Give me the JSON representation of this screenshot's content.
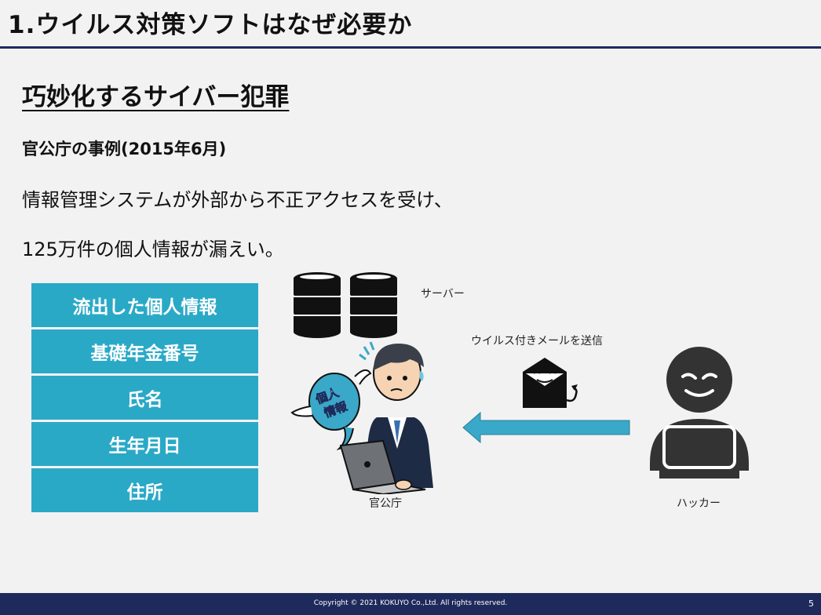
{
  "header": {
    "title": "1.ウイルス対策ソフトはなぜ必要か"
  },
  "subtitle": "巧妙化するサイバー犯罪",
  "case": {
    "heading": "官公庁の事例(2015年6月)",
    "lines": [
      "情報管理システムが外部から不正アクセスを受け、",
      "125万件の個人情報が漏えい。"
    ]
  },
  "info_table": {
    "header": "流出した個人情報",
    "rows": [
      "基礎年金番号",
      "氏名",
      "生年月日",
      "住所"
    ]
  },
  "diagram": {
    "server_label": "サーバー",
    "mail_label": "ウイルス付きメールを送信",
    "government_label": "官公庁",
    "hacker_label": "ハッカー",
    "bubble_text_line1": "個人",
    "bubble_text_line2": "情報",
    "arrow_color": "#3aa8c8",
    "server_color": "#111111",
    "hacker_color": "#333333"
  },
  "footer": {
    "copyright": "Copyright © 2021 KOKUYO Co.,Ltd. All rights reserved.",
    "page_number": "5"
  }
}
